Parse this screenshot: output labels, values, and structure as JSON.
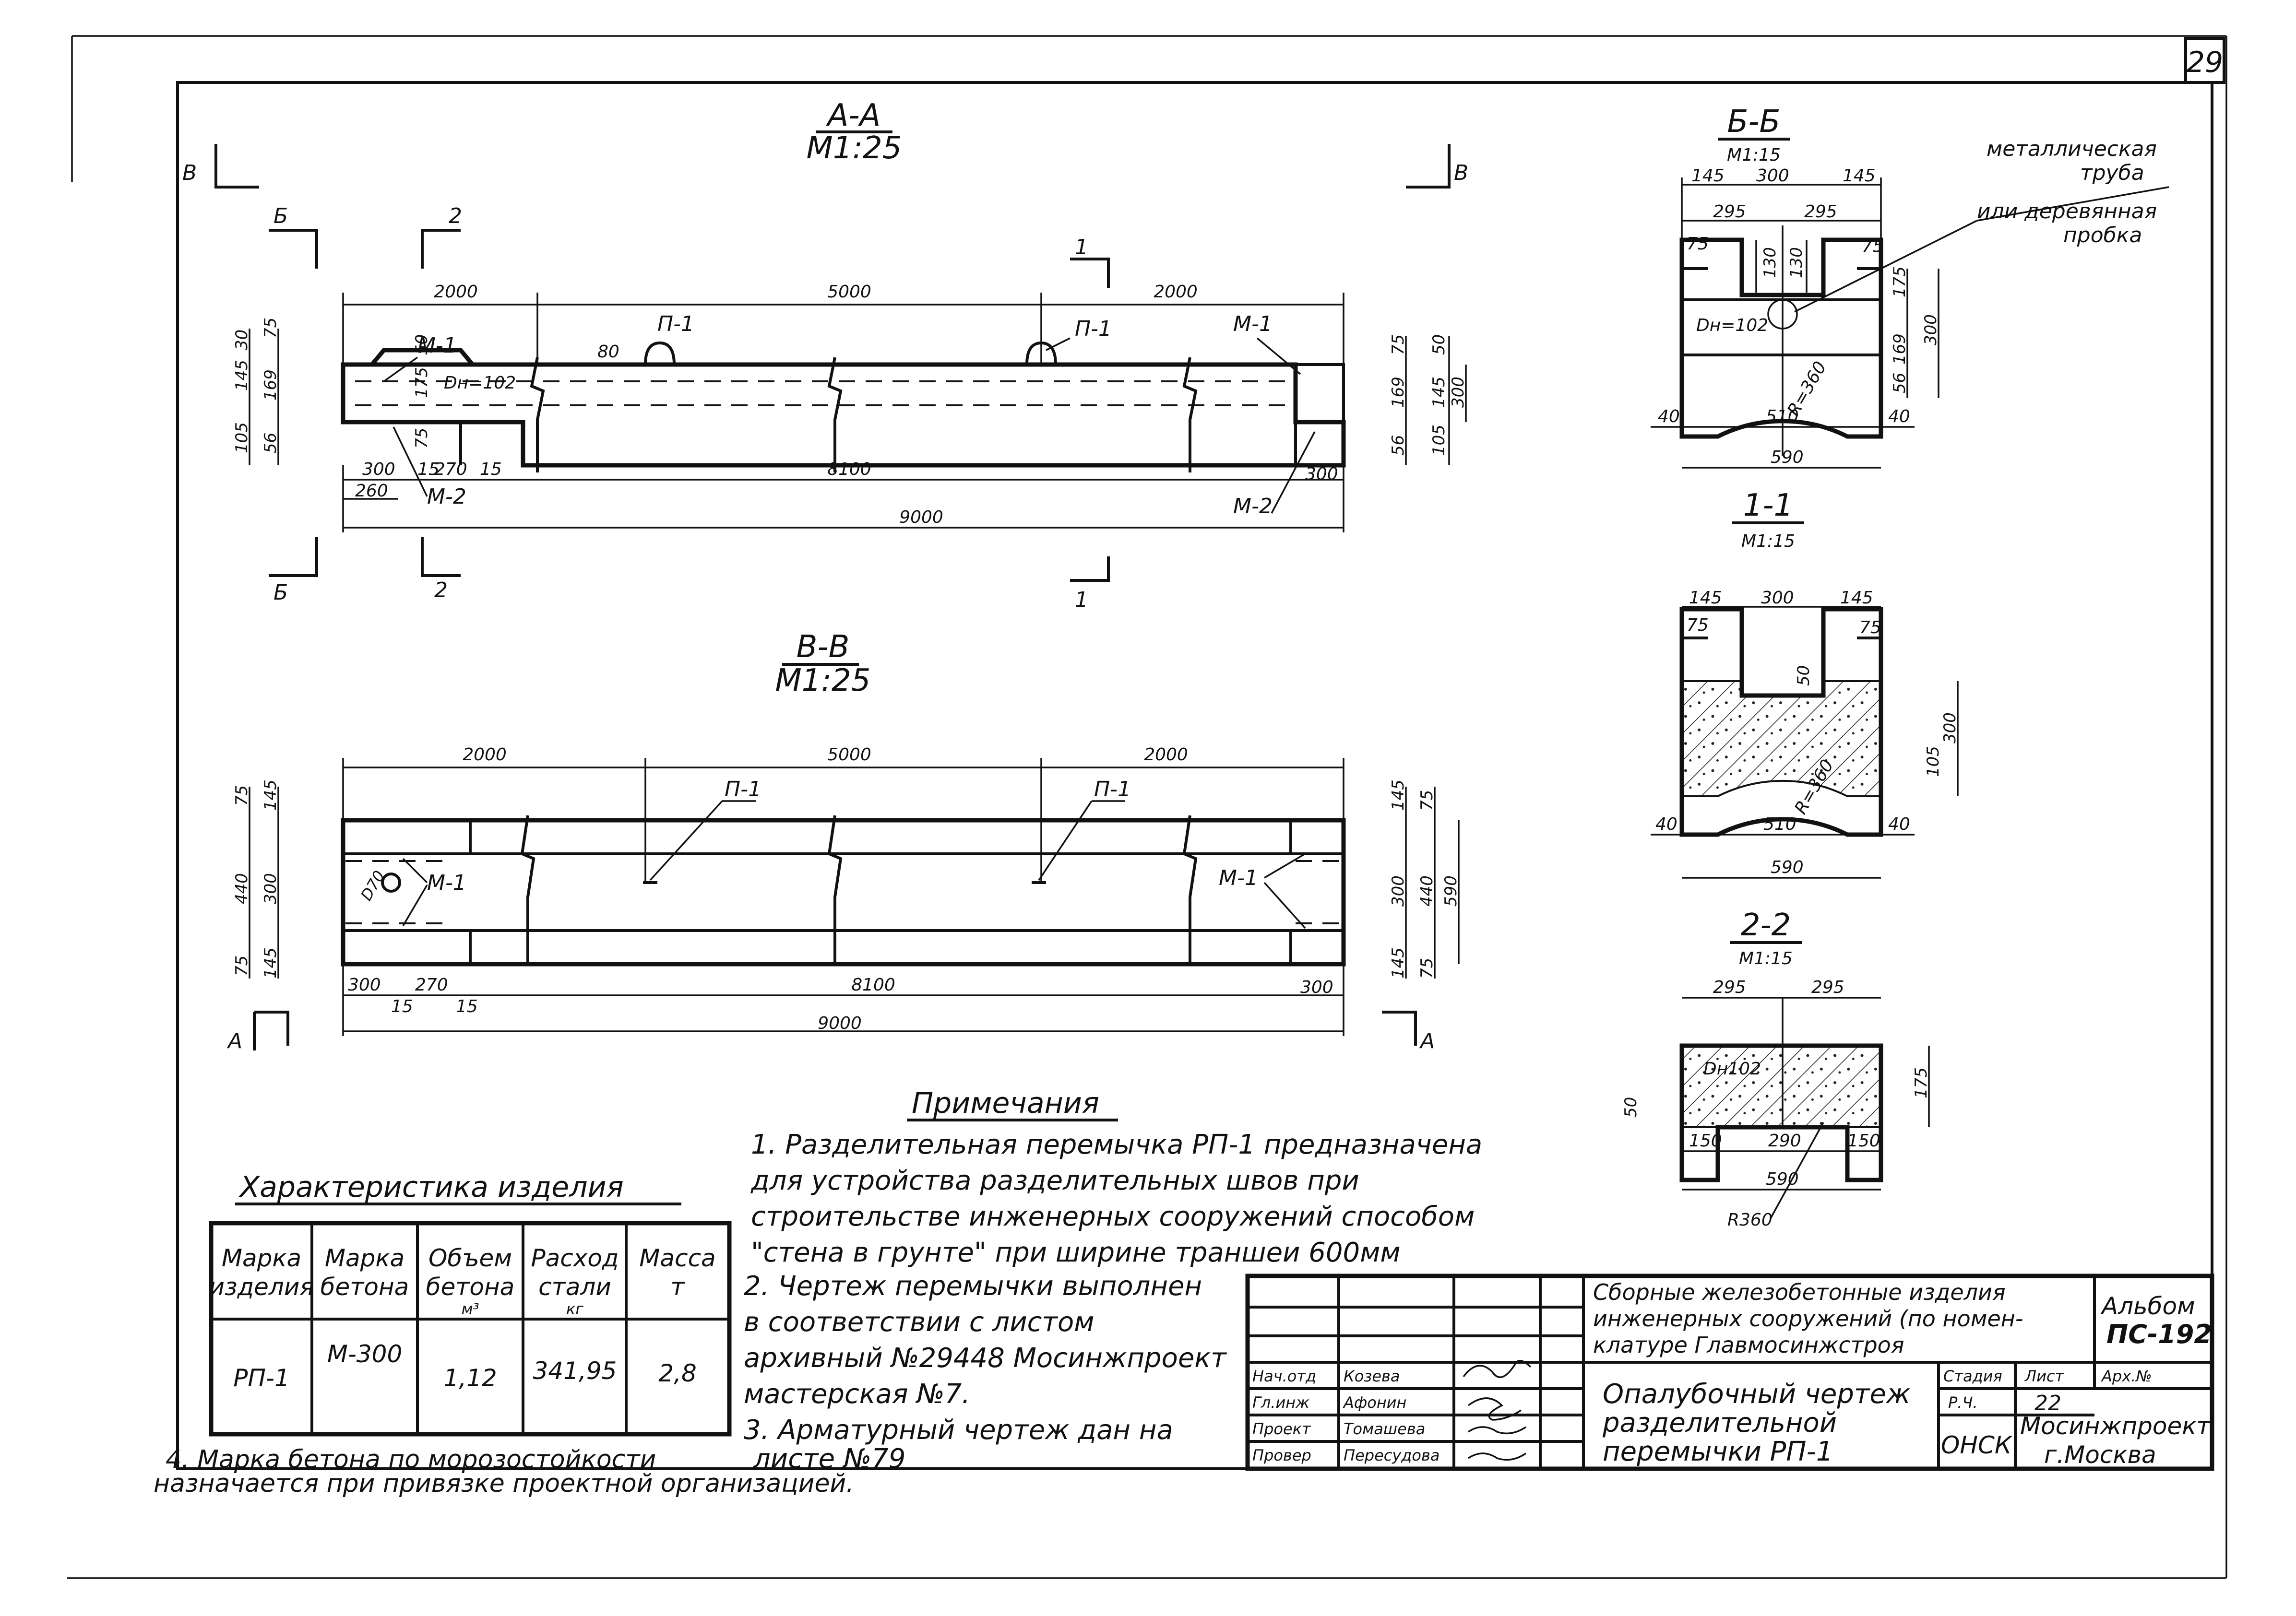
{
  "sheet": {
    "number": "29"
  },
  "sections": {
    "aa": {
      "title": "А-А",
      "scale": "М1:25"
    },
    "vv": {
      "title": "В-В",
      "scale": "М1:25"
    },
    "bb": {
      "title": "Б-Б",
      "scale": "М1:15"
    },
    "s11": {
      "title": "1-1",
      "scale": "М1:15"
    },
    "s22": {
      "title": "2-2",
      "scale": "М1:15"
    }
  },
  "markers": {
    "v": "В",
    "b": "Б",
    "a": "А",
    "one": "1",
    "two": "2"
  },
  "labels": {
    "m1": "М-1",
    "m2": "М-2",
    "p1": "П-1",
    "dn102": "Dн=102",
    "dn102b": "Dн=102",
    "d102": "Dн102",
    "d70": "D70",
    "r360": "R=360",
    "r360b": "R360"
  },
  "pipe_note": {
    "line1": "металлическая",
    "line2": "труба",
    "line3": "или деревянная",
    "line4": "пробка"
  },
  "dims_aa": {
    "d2000a": "2000",
    "d5000": "5000",
    "d2000b": "2000",
    "d8100": "8100",
    "d9000": "9000",
    "d300a": "300",
    "d260": "260",
    "d15a": "15",
    "d270": "270",
    "d15b": "15",
    "d300b": "300",
    "d80": "80",
    "l30": "30",
    "l75": "75",
    "l145": "145",
    "l169": "169",
    "l105": "105",
    "l56": "56",
    "l50": "50",
    "l175": "175",
    "l75b": "75",
    "r75": "75",
    "r50": "50",
    "r169": "169",
    "r145": "145",
    "r300": "300",
    "r56": "56",
    "r105": "105"
  },
  "dims_vv": {
    "d2000a": "2000",
    "d5000": "5000",
    "d2000b": "2000",
    "d300a": "300",
    "d270": "270",
    "d8100": "8100",
    "d300b": "300",
    "d9000": "9000",
    "d15a": "15",
    "d15b": "15",
    "l75": "75",
    "l145": "145",
    "l440": "440",
    "l300": "300",
    "l145b": "145",
    "l75b": "75",
    "r145": "145",
    "r75": "75",
    "r300": "300",
    "r440": "440",
    "r590": "590",
    "r145b": "145",
    "r75b": "75"
  },
  "dims_bb": {
    "t145a": "145",
    "t300": "300",
    "t145b": "145",
    "t295a": "295",
    "t295b": "295",
    "l75": "75",
    "r75": "75",
    "c130a": "130",
    "c130b": "130",
    "r175": "175",
    "r300": "300",
    "r169": "169",
    "r56": "56",
    "b40a": "40",
    "b510": "510",
    "b40b": "40",
    "b590": "590"
  },
  "dims_11": {
    "t145a": "145",
    "t300": "300",
    "t145b": "145",
    "l75": "75",
    "r75": "75",
    "c50": "50",
    "r300": "300",
    "r105": "105",
    "b40a": "40",
    "b510": "510",
    "b40b": "40",
    "b590": "590"
  },
  "dims_22": {
    "t295a": "295",
    "t295b": "295",
    "l50": "50",
    "r175": "175",
    "b150a": "150",
    "b290": "290",
    "b150b": "150",
    "b590": "590"
  },
  "notes": {
    "heading": "Примечания",
    "n1a": "1. Разделительная перемычка РП-1 предназначена",
    "n1b": "для устройства разделительных швов при",
    "n1c": "строительстве инженерных сооружений способом",
    "n1d": "\"стена в грунте\" при ширине траншеи 600мм",
    "n2a": "2. Чертеж перемычки выполнен",
    "n2b": "в соответствии с листом",
    "n2c": "архивный №29448 Мосинжпроект",
    "n2d": "мастерская №7.",
    "n3a": "3. Арматурный чертеж дан на",
    "n3b": "листе №79",
    "n4a": "4. Марка бетона по морозостойкости",
    "n4b": "назначается при привязке проектной организацией."
  },
  "char_table": {
    "title": "Характеристика изделия",
    "headers": [
      {
        "l1": "Марка",
        "l2": "изделия",
        "l3": ""
      },
      {
        "l1": "Марка",
        "l2": "бетона",
        "l3": ""
      },
      {
        "l1": "Объем",
        "l2": "бетона",
        "l3": "м³"
      },
      {
        "l1": "Расход",
        "l2": "стали",
        "l3": "кг"
      },
      {
        "l1": "Масса",
        "l2": "т",
        "l3": ""
      }
    ],
    "row": [
      "РП-1",
      "М-300",
      "1,12",
      "341,95",
      "2,8"
    ]
  },
  "stamp": {
    "desc1": "Сборные железобетонные изделия",
    "desc2": "инженерных сооружений (по номен-",
    "desc3": "клатуре Главмосинжстроя",
    "album_label": "Альбом",
    "album": "ПС-192",
    "roles": [
      "Нач.отд",
      "Гл.инж",
      "Проект",
      "Провер"
    ],
    "names": [
      "Козева",
      "Афонин",
      "Томашева",
      "Пересудова"
    ],
    "title1": "Опалубочный чертеж",
    "title2": "разделительной",
    "title3": "перемычки РП-1",
    "stage_label": "Стадия",
    "sheet_label": "Лист",
    "arch_label": "Арх.№",
    "stage": "Р.Ч.",
    "sheet": "22",
    "org_short": "ОНСК",
    "org1": "Мосинжпроект",
    "org2": "г.Москва"
  }
}
